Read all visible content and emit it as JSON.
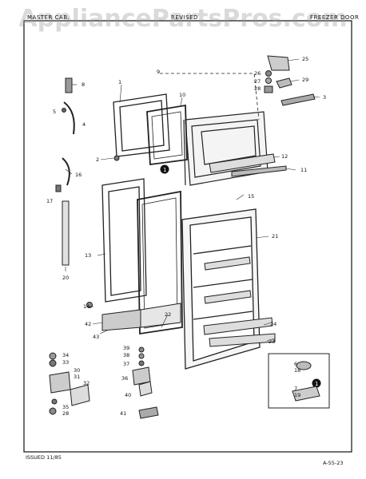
{
  "header": {
    "left": "MASTER CAB.",
    "center": "REVISED",
    "right": "FREEZER DOOR"
  },
  "watermark": "AppliancePartsPros.com",
  "footer": {
    "issued": "ISSUED 11/85",
    "page_code": "A-55-23"
  },
  "callouts": [
    "1",
    "2",
    "3",
    "4",
    "5",
    "6",
    "7",
    "8",
    "9",
    "10",
    "11",
    "12",
    "13",
    "14",
    "15",
    "16",
    "17",
    "18",
    "19",
    "20",
    "21",
    "22",
    "23",
    "24",
    "25",
    "26",
    "27",
    "28",
    "29",
    "30",
    "31",
    "32",
    "33",
    "34",
    "35",
    "36",
    "37",
    "38",
    "39",
    "40",
    "41",
    "42",
    "43"
  ],
  "note_marker": "1"
}
